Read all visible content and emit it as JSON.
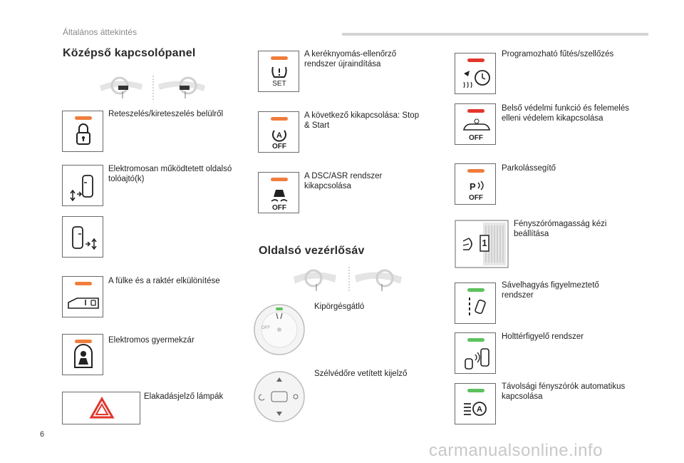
{
  "header": {
    "title": "Általános áttekintés"
  },
  "page_number": "6",
  "watermark": "carmanualsonline.info",
  "colors": {
    "led_orange": "#f07d3c",
    "led_red": "#e2362c",
    "led_green": "#5dc15d"
  },
  "central_panel": {
    "title": "Középső kapcsolópanel",
    "items": [
      {
        "label": "Reteszelés/kireteszelés belülről",
        "led": "orange",
        "icon": "lock-icon"
      },
      {
        "label": "Elektromosan működtetett oldalsó tolóajtó(k)",
        "led": "none",
        "icon": "sliding-door-left-icon"
      },
      {
        "label": "",
        "led": "none",
        "icon": "sliding-door-right-icon"
      },
      {
        "label": "A fülke és a raktér elkülönítése",
        "led": "orange",
        "icon": "van-partition-icon"
      },
      {
        "label": "Elektromos gyermekzár",
        "led": "orange",
        "icon": "child-lock-icon"
      },
      {
        "label": "Elakadásjelző lámpák",
        "led": "none",
        "icon": "hazard-warning-icon"
      }
    ],
    "middle": [
      {
        "label": "A keréknyomás-ellenőrző rendszer újraindítása",
        "led": "orange",
        "icon": "tyre-pressure-set-icon",
        "text": "SET"
      },
      {
        "label": "A következő kikapcsolása: Stop & Start",
        "led": "orange",
        "icon": "stop-start-off-icon",
        "text": "OFF"
      },
      {
        "label": "A DSC/ASR rendszer kikapcsolása",
        "led": "orange",
        "icon": "dsc-asr-off-icon",
        "text": "OFF"
      }
    ]
  },
  "side_bar": {
    "title": "Oldalsó vezérlősáv",
    "items": [
      {
        "label": "Kipörgésgátló",
        "icon": "traction-dial-icon"
      },
      {
        "label": "Szélvédőre vetített kijelző",
        "icon": "head-up-display-dial-icon"
      }
    ]
  },
  "right_column": [
    {
      "label": "Programozható fűtés/szellőzés",
      "led": "red",
      "icon": "programmable-heating-icon"
    },
    {
      "label": "Belső védelmi funkció és felemelés elleni védelem kikapcsolása",
      "led": "red",
      "icon": "alarm-off-icon",
      "text": "OFF"
    },
    {
      "label": "Parkolássegítő",
      "led": "orange",
      "icon": "parking-sensor-off-icon",
      "text": "OFF"
    },
    {
      "label": "Fényszórómagasság kézi beállítása",
      "led": "none",
      "icon": "headlamp-leveling-icon",
      "text": "1"
    },
    {
      "label": "Sávelhagyás figyelmeztető rendszer",
      "led": "green",
      "icon": "lane-departure-icon"
    },
    {
      "label": "Holttérfigyelő rendszer",
      "led": "green",
      "icon": "blind-spot-icon"
    },
    {
      "label": "Távolsági fényszórók automatikus kapcsolása",
      "led": "green",
      "icon": "auto-high-beam-icon",
      "text": "A"
    }
  ]
}
